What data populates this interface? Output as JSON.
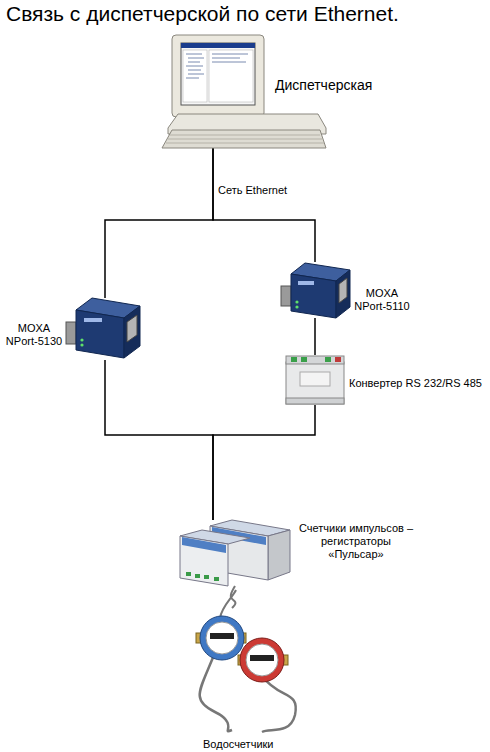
{
  "diagram": {
    "title": "Связь с диспетчерской по сети Ethernet.",
    "nodes": [
      {
        "text": [
          "Диспетчерская"
        ]
      },
      {
        "text": [
          "MOXA NPort-5130"
        ]
      },
      {
        "text": [
          "MOXA NPort-5110"
        ]
      },
      {
        "text": [
          "Конвертер RS 232/RS 485"
        ]
      },
      {
        "text": [
          "Счетчики импульсов – регистраторы «Пульсар»"
        ]
      },
      {
        "text": [
          "Водосчетчики"
        ]
      }
    ],
    "edges": [
      {
        "from": 0,
        "to": 1,
        "arrow": "none"
      },
      {
        "from": 0,
        "to": 2,
        "arrow": "none"
      },
      {
        "from": 2,
        "to": 3,
        "arrow": "none"
      },
      {
        "from": 1,
        "to": 4,
        "arrow": "none"
      },
      {
        "from": 3,
        "to": 4,
        "arrow": "none"
      },
      {
        "from": 4,
        "to": 5,
        "arrow": "none"
      }
    ],
    "labels": [
      "Сеть Ethernet"
    ]
  }
}
